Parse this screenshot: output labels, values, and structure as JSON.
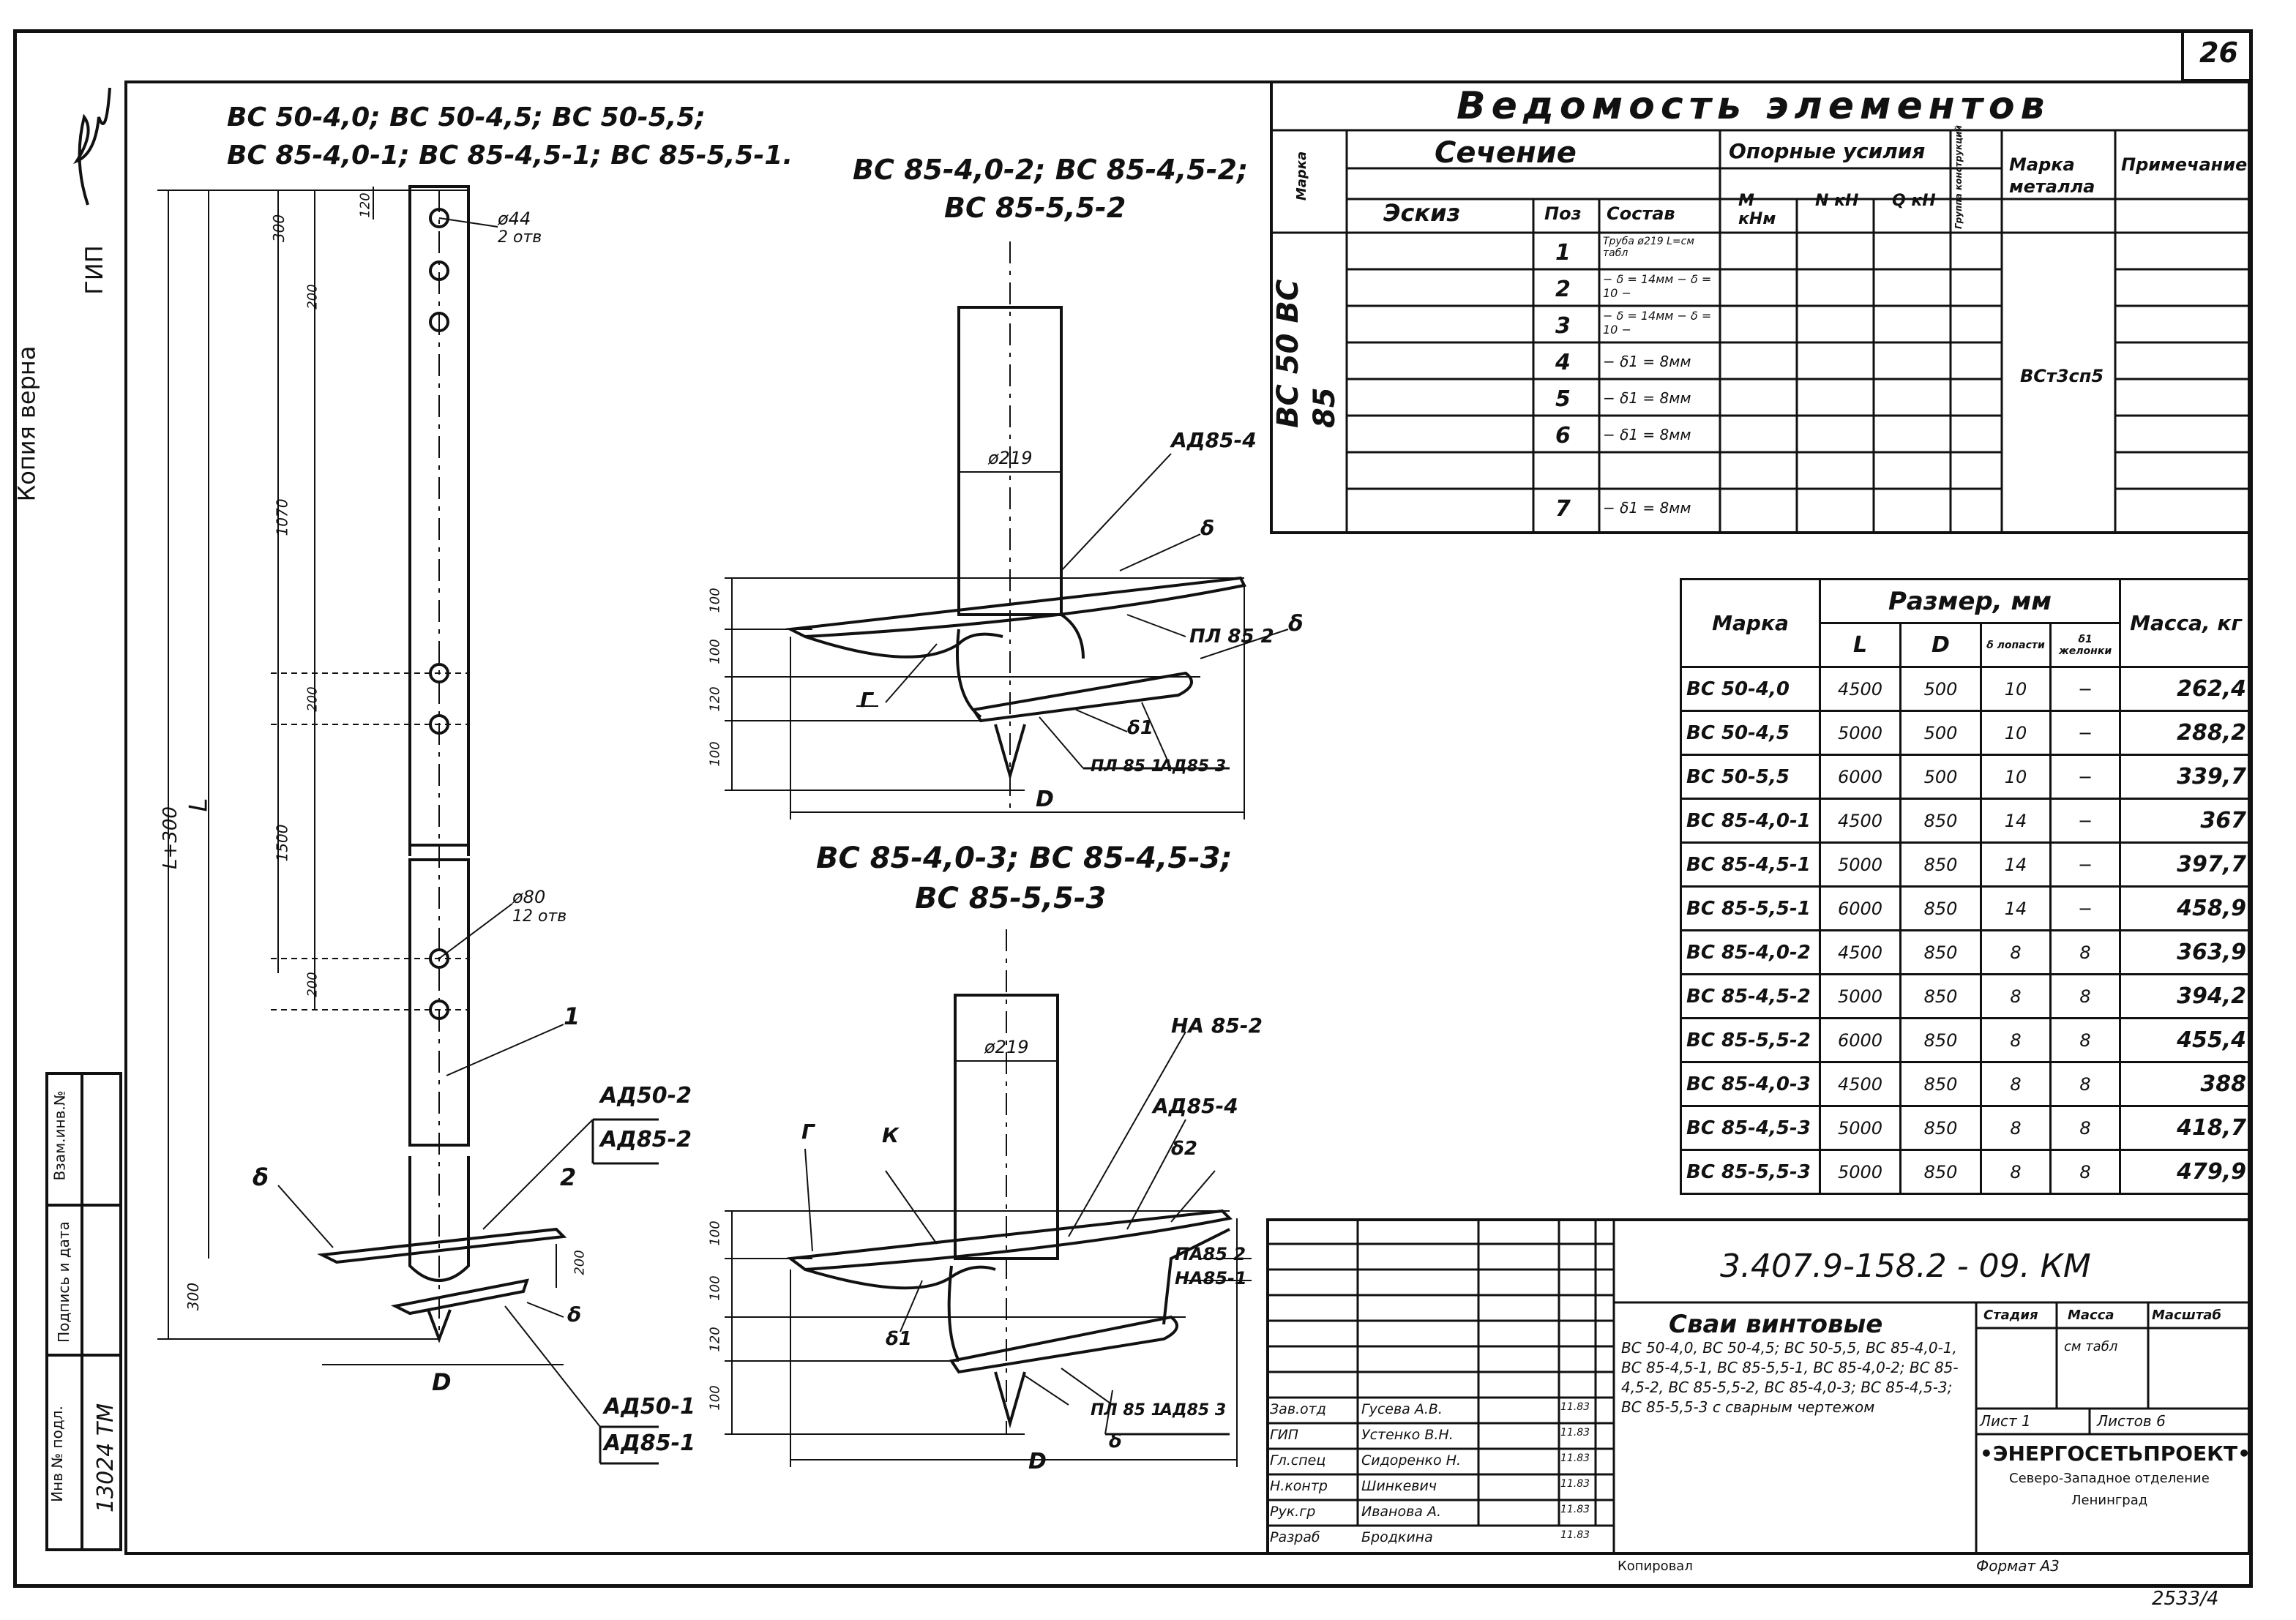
{
  "sheet": {
    "page_number": "26",
    "archive_number": "2533/4",
    "left_stamp": {
      "verified": "Копия верна",
      "role": "ГИП"
    },
    "side_box": {
      "inv": "Инв № подл.",
      "sign": "Подпись и дата",
      "replace": "Взам.инв.№",
      "inv_value": "13024 ТМ"
    }
  },
  "views": {
    "left_title_1": "ВС 50-4,0; ВС 50-4,5; ВС 50-5,5;",
    "left_title_2": "ВС 85-4,0-1; ВС 85-4,5-1; ВС 85-5,5-1.",
    "mid_top_title_1": "ВС 85-4,0-2; ВС 85-4,5-2;",
    "mid_top_title_2": "ВС 85-5,5-2",
    "mid_bot_title_1": "ВС 85-4,0-3; ВС 85-4,5-3;",
    "mid_bot_title_2": "ВС 85-5,5-3"
  },
  "labels": {
    "hole_44": "ø44",
    "hole_44_count": "2 отв",
    "hole_80": "ø80",
    "hole_80_count": "12 отв",
    "dim_L300": "L+300",
    "dim_L": "L",
    "dim_300": "300",
    "dim_120": "120",
    "dim_200": "200",
    "dim_1070": "1070",
    "dim_1500": "1500",
    "dim_300b": "300",
    "pos_1": "1",
    "pos_2": "2",
    "delta": "δ",
    "D": "D",
    "d219": "ø219",
    "AD50_2": "АД50-2",
    "AD85_2": "АД85-2",
    "AD50_1": "АД50-1",
    "AD85_1": "АД85-1",
    "AD85_4": "АД85-4",
    "PL85_2": "ПЛ 85 2",
    "PL85_1": "ПЛ 85 1",
    "AD85_3": "АД85 3",
    "NA85_2": "НА 85-2",
    "PA85_2": "ПА85 2",
    "NA85_1": "НА85-1",
    "G": "Г",
    "K": "К",
    "delta1": "δ1",
    "delta2": "δ2",
    "dim_100": "100",
    "dim_120b": "120"
  },
  "vedomost": {
    "title": "Ведомость элементов",
    "h_marka": "Марка",
    "h_sechenie": "Сечение",
    "h_eskiz": "Эскиз",
    "h_poz": "Поз",
    "h_sostav": "Состав",
    "h_opornye": "Опорные усилия",
    "h_M": "M кНм",
    "h_N": "N кН",
    "h_Q": "Q кН",
    "h_gruppa": "Группа конструкций",
    "h_marka_metalla": "Марка металла",
    "h_primechanie": "Примечание",
    "marka_value": "ВС 50 ВС 85",
    "metal_value": "ВСт3сп5",
    "rows": [
      {
        "poz": "1",
        "sostav": "Труба ø219 L=см табл"
      },
      {
        "poz": "2",
        "sostav": "− δ = 14мм − δ = 10 −"
      },
      {
        "poz": "3",
        "sostav": "− δ = 14мм − δ = 10 −"
      },
      {
        "poz": "4",
        "sostav": "− δ1 = 8мм"
      },
      {
        "poz": "5",
        "sostav": "− δ1 = 8мм"
      },
      {
        "poz": "6",
        "sostav": "− δ1 = 8мм"
      },
      {
        "poz": "7",
        "sostav": "− δ1 = 8мм"
      }
    ]
  },
  "sizes_table": {
    "h_marka": "Марка",
    "h_razmer": "Размер, мм",
    "h_L": "L",
    "h_D": "D",
    "h_delta_lop": "δ лопасти",
    "h_delta_zhel": "δ1 желонки",
    "h_massa": "Масса, кг",
    "rows": [
      {
        "marka": "ВС 50-4,0",
        "L": "4500",
        "D": "500",
        "d": "10",
        "d1": "−",
        "m": "262,4"
      },
      {
        "marka": "ВС 50-4,5",
        "L": "5000",
        "D": "500",
        "d": "10",
        "d1": "−",
        "m": "288,2"
      },
      {
        "marka": "ВС 50-5,5",
        "L": "6000",
        "D": "500",
        "d": "10",
        "d1": "−",
        "m": "339,7"
      },
      {
        "marka": "ВС 85-4,0-1",
        "L": "4500",
        "D": "850",
        "d": "14",
        "d1": "−",
        "m": "367"
      },
      {
        "marka": "ВС 85-4,5-1",
        "L": "5000",
        "D": "850",
        "d": "14",
        "d1": "−",
        "m": "397,7"
      },
      {
        "marka": "ВС 85-5,5-1",
        "L": "6000",
        "D": "850",
        "d": "14",
        "d1": "−",
        "m": "458,9"
      },
      {
        "marka": "ВС 85-4,0-2",
        "L": "4500",
        "D": "850",
        "d": "8",
        "d1": "8",
        "m": "363,9"
      },
      {
        "marka": "ВС 85-4,5-2",
        "L": "5000",
        "D": "850",
        "d": "8",
        "d1": "8",
        "m": "394,2"
      },
      {
        "marka": "ВС 85-5,5-2",
        "L": "6000",
        "D": "850",
        "d": "8",
        "d1": "8",
        "m": "455,4"
      },
      {
        "marka": "ВС 85-4,0-3",
        "L": "4500",
        "D": "850",
        "d": "8",
        "d1": "8",
        "m": "388"
      },
      {
        "marka": "ВС 85-4,5-3",
        "L": "5000",
        "D": "850",
        "d": "8",
        "d1": "8",
        "m": "418,7"
      },
      {
        "marka": "ВС 85-5,5-3",
        "L": "5000",
        "D": "850",
        "d": "8",
        "d1": "8",
        "m": "479,9"
      }
    ]
  },
  "title_block": {
    "code": "3.407.9-158.2 - 09. КМ",
    "name_1": "Сваи винтовые",
    "name_2": "ВС 50-4,0, ВС 50-4,5; ВС 50-5,5, ВС 85-4,0-1,",
    "name_3": "ВС 85-4,5-1, ВС 85-5,5-1, ВС 85-4,0-2; ВС 85-",
    "name_4": "4,5-2, ВС 85-5,5-2, ВС 85-4,0-3; ВС 85-4,5-3;",
    "name_5": "ВС 85-5,5-3 с сварным чертежом",
    "h_stadia": "Стадия",
    "h_massa": "Масса",
    "h_masshtab": "Масштаб",
    "massa_value": "см табл",
    "list": "Лист 1",
    "listov": "Листов 6",
    "org_1": "•ЭНЕРГОСЕТЬПРОЕКТ•",
    "org_2": "Северо-Западное отделение",
    "org_3": "Ленинград",
    "kopiroval": "Копировал",
    "format": "Формат А3",
    "signers": [
      {
        "role": "Зав.отд",
        "name": "Гусева А.В.",
        "date": "11.83"
      },
      {
        "role": "ГИП",
        "name": "Устенко В.Н.",
        "date": "11.83"
      },
      {
        "role": "Гл.спец",
        "name": "Сидоренко Н.",
        "date": "11.83"
      },
      {
        "role": "Н.контр",
        "name": "Шинкевич",
        "date": "11.83"
      },
      {
        "role": "Рук.гр",
        "name": "Иванова А.",
        "date": "11.83"
      },
      {
        "role": "Разраб",
        "name": "Бродкина",
        "date": "11.83"
      }
    ]
  }
}
